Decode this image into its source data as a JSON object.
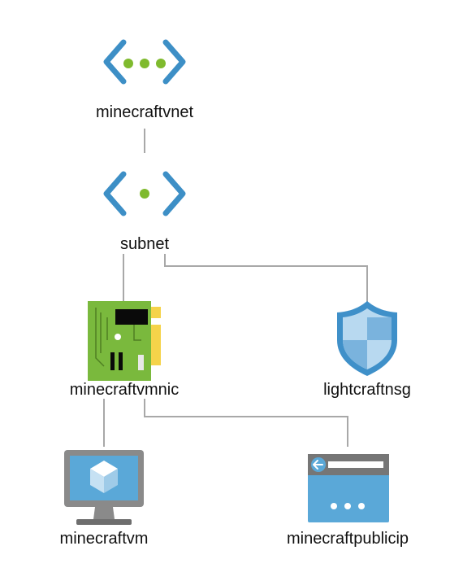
{
  "nodes": {
    "vnet": {
      "label": "minecraftvnet",
      "icon": "virtual-network-icon"
    },
    "subnet": {
      "label": "subnet",
      "icon": "subnet-icon"
    },
    "nic": {
      "label": "minecraftvmnic",
      "icon": "network-interface-icon"
    },
    "nsg": {
      "label": "lightcraftnsg",
      "icon": "network-security-group-icon"
    },
    "vm": {
      "label": "minecraftvm",
      "icon": "virtual-machine-icon"
    },
    "publicip": {
      "label": "minecraftpublicip",
      "icon": "public-ip-icon"
    }
  },
  "connections": [
    {
      "from": "vnet",
      "to": "subnet"
    },
    {
      "from": "subnet",
      "to": "nic"
    },
    {
      "from": "subnet",
      "to": "nsg"
    },
    {
      "from": "nic",
      "to": "vm"
    },
    {
      "from": "nic",
      "to": "publicip"
    }
  ],
  "colors": {
    "connector": "#a8a8a8",
    "network_blue": "#3d8fc6",
    "network_green": "#7fba2e",
    "nic_green": "#7ab93d",
    "nic_gold": "#f5d34a",
    "shield_blue": "#3f90c9",
    "monitor_gray": "#8a8a8a",
    "window_blue": "#5aa8d8",
    "label": "#111111"
  }
}
